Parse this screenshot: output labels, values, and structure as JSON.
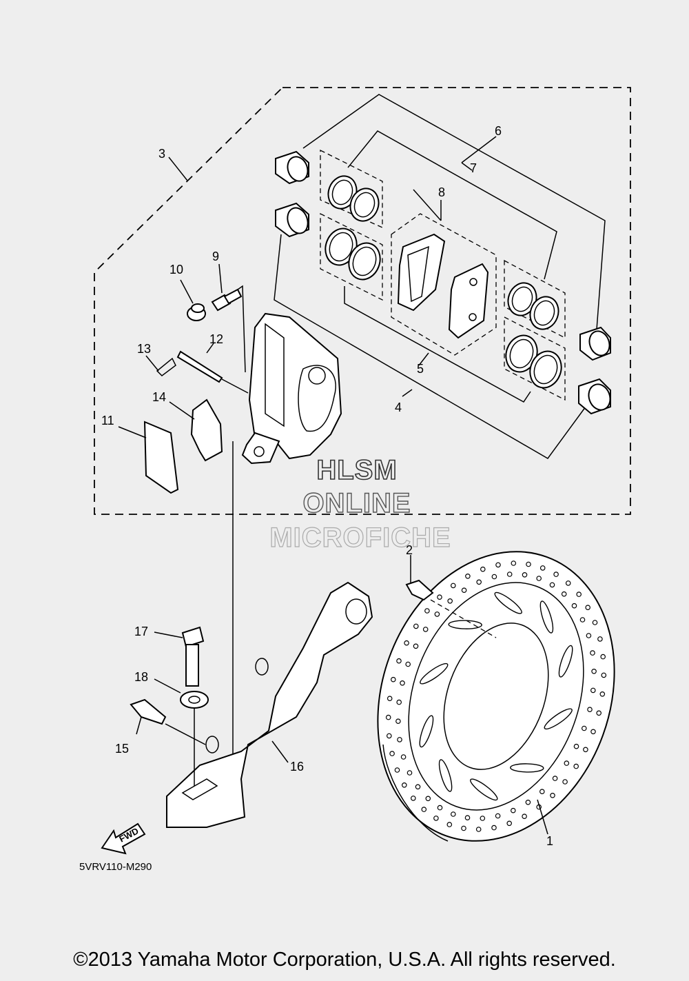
{
  "diagram_code": "5VRV110-M290",
  "copyright": "©2013 Yamaha Motor Corporation, U.S.A. All rights reserved.",
  "watermark": {
    "line1": "HLSM",
    "line2": "ONLINE",
    "line3": "MICROFICHE"
  },
  "fwd_label": "FWD",
  "callouts": {
    "c1": "1",
    "c2": "2",
    "c3": "3",
    "c4": "4",
    "c5": "5",
    "c6": "6",
    "c7": "7",
    "c8": "8",
    "c9": "9",
    "c10": "10",
    "c11": "11",
    "c12": "12",
    "c13": "13",
    "c14": "14",
    "c15": "15",
    "c16": "16",
    "c17": "17",
    "c18": "18"
  }
}
